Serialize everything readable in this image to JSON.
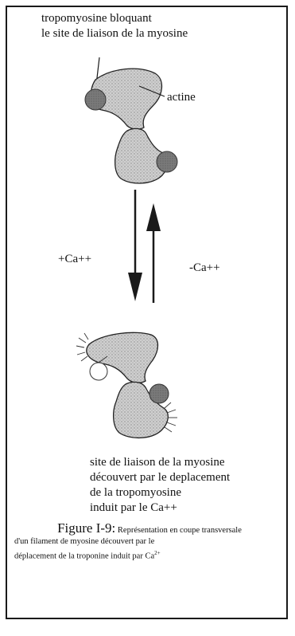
{
  "labels": {
    "top_line1": "tropomyosine bloquant",
    "top_line2": "le site de liaison de la myosine",
    "actine": "actine",
    "plus_ca": "+Ca++",
    "minus_ca": "-Ca++",
    "bottom_line1": "site de liaison de la myosine",
    "bottom_line2": "découvert  par le deplacement",
    "bottom_line3": "de la tropomyosine",
    "bottom_line4": "induit par le Ca++"
  },
  "caption": {
    "title": "Figure I-9:",
    "text1": "Représentation en coupe transversale",
    "text2": "d'un filament de myosine découvert par le",
    "text3": "déplacement de la troponine induit par Ca",
    "superscript": "2+"
  },
  "colors": {
    "actin_fill": "#c9c9c9",
    "tropomyosin_fill": "#6f6f6f",
    "ink": "#1a1a1a"
  }
}
